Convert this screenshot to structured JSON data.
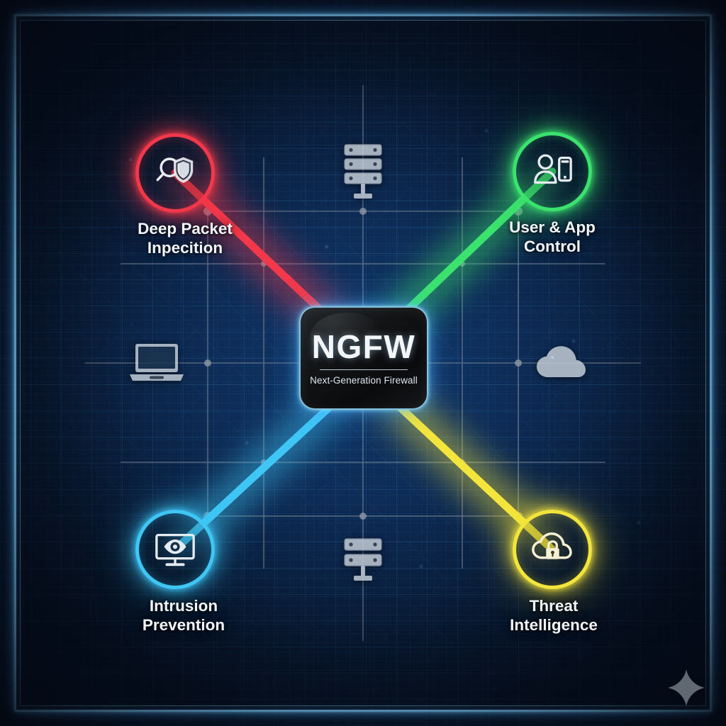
{
  "diagram": {
    "title": "NGFW",
    "subtitle": "Next-Generation Firewall",
    "frame_color": "#7fd4ff",
    "background_color": "#0a1f3e"
  },
  "center_node": {
    "name": "NGFW",
    "acronym": "NGFW",
    "expansion": "Next-Generation Firewall",
    "border_color": "#96e1ff"
  },
  "features": [
    {
      "id": "deep-packet-inspection",
      "label": "Deep Packet\nInpecition",
      "color": "#f2384a",
      "color_name": "red",
      "icon": "magnifier-shield-icon",
      "position": "top-left"
    },
    {
      "id": "user-app-control",
      "label": "User & App\nControl",
      "color": "#3ce26e",
      "color_name": "green",
      "icon": "user-smartphone-icon",
      "position": "top-right"
    },
    {
      "id": "intrusion-prevention",
      "label": "Intrusion\nPrevention",
      "color": "#3fc6f5",
      "color_name": "cyan",
      "icon": "monitor-eye-icon",
      "position": "bottom-left"
    },
    {
      "id": "threat-intelligence",
      "label": "Threat\nIntelligence",
      "color": "#f4e53c",
      "color_name": "yellow",
      "icon": "cloud-lock-icon",
      "position": "bottom-right"
    }
  ],
  "devices": [
    {
      "id": "server-top",
      "icon": "server-rack-icon",
      "position": "top-center"
    },
    {
      "id": "server-bottom",
      "icon": "server-rack-icon",
      "position": "bottom-center"
    },
    {
      "id": "laptop",
      "icon": "laptop-icon",
      "position": "middle-left"
    },
    {
      "id": "cloud",
      "icon": "cloud-icon",
      "position": "middle-right"
    }
  ],
  "watermark": {
    "icon": "sparkle-icon",
    "position": "bottom-right"
  }
}
